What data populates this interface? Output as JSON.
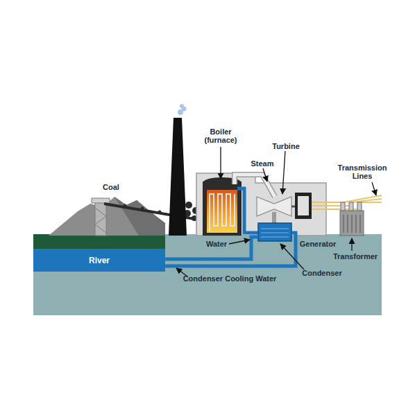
{
  "diagram": {
    "nodes": [
      {
        "text": [
          "River"
        ]
      }
    ],
    "labels": [
      "Coal",
      "Boiler (furnace)",
      "Steam",
      "Turbine",
      "Transmission Lines",
      "Water",
      "Generator",
      "Condenser",
      "Transformer",
      "Condenser Cooling Water"
    ]
  }
}
